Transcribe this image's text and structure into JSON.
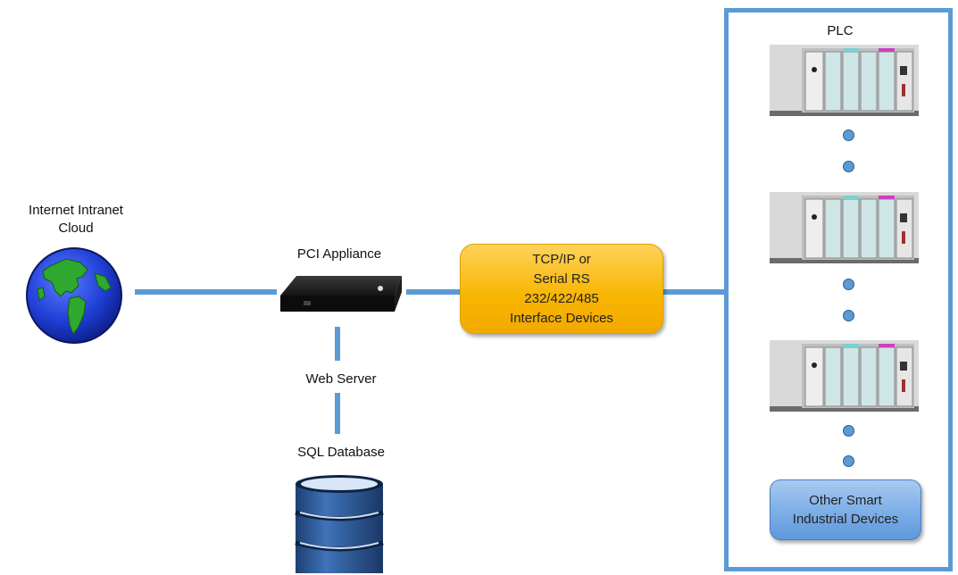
{
  "cloud": {
    "label_line1": "Internet Intranet",
    "label_line2": "Cloud",
    "icon": "globe-icon"
  },
  "appliance": {
    "label": "PCI Appliance",
    "icon": "appliance-box-icon"
  },
  "web_server": {
    "label": "Web Server"
  },
  "database": {
    "label": "SQL Database",
    "icon": "database-icon"
  },
  "interface": {
    "lines": [
      "TCP/IP or",
      "Serial RS",
      "232/422/485",
      "Interface Devices"
    ],
    "color": "#f7b500"
  },
  "plc_panel": {
    "title": "PLC",
    "other_devices_lines": [
      "Other Smart",
      "Industrial Devices"
    ],
    "accent": "#5b9bd5"
  },
  "connector_color": "#5b9bd5"
}
